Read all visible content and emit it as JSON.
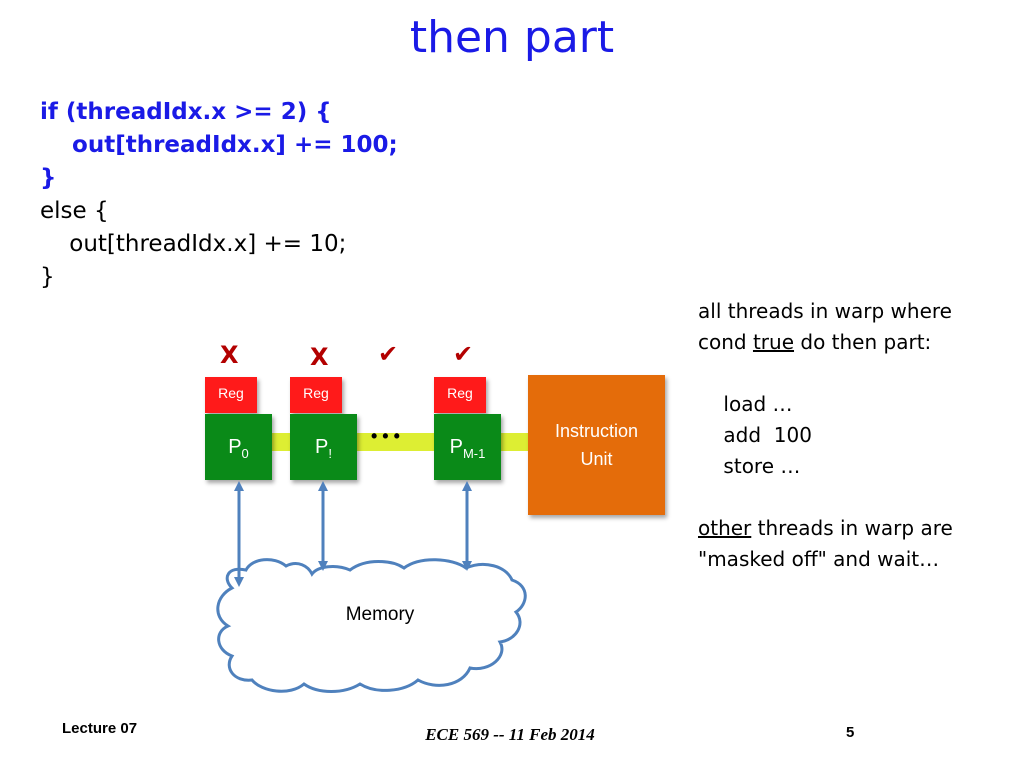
{
  "title": "then part",
  "code": {
    "line1": "if (threadIdx.x >= 2) {",
    "line2": "    out[threadIdx.x] += 100;",
    "line3": "}",
    "line4": "else {",
    "line5": "    out[threadIdx.x] += 10;",
    "line6": "}"
  },
  "diagram": {
    "marks": [
      "X",
      "X",
      "✔",
      "✔"
    ],
    "reg_label": "Reg",
    "processors": [
      {
        "base": "P",
        "sub": "0"
      },
      {
        "base": "P",
        "sub": "!"
      },
      {
        "base": "P",
        "sub": "M-1"
      }
    ],
    "ellipsis": "• • •",
    "instruction_unit": {
      "line1": "Instruction",
      "line2": "Unit"
    },
    "memory_label": "Memory"
  },
  "note": {
    "line1": "all threads in warp where",
    "line2_pre": "cond ",
    "line2_u": "true",
    "line2_post": " do then part:",
    "line3": "    load …",
    "line4": "    add  100",
    "line5": "    store …",
    "line6_u": "other",
    "line6_post": " threads in warp are",
    "line7": "\"masked off\" and wait…"
  },
  "footer": {
    "left": "Lecture 07",
    "center": "ECE 569  --  11 Feb 2014",
    "page": "5"
  },
  "colors": {
    "title_blue": "#1a1ae6",
    "reg_red": "#ff1a1a",
    "proc_green": "#0a8a18",
    "iu_orange": "#e46c0a",
    "bus_yellow": "#ddee33",
    "arrow_blue": "#4f81bd"
  }
}
